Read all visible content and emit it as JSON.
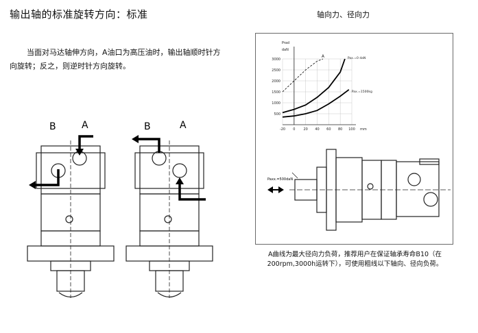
{
  "page": {
    "title": "输出轴的标准旋转方向：标准",
    "right_title": "轴向力、径向力",
    "description": "当面对马达轴伸方向，A油口为高压油时，输出轴顺时针方向旋转；反之，则逆时针方向旋转。",
    "caption": "A曲线为最大径向力负荷，推荐用户在保证轴承寿命B10（在200rpm,3000h运转下），可使用粗线以下轴向、径向负荷。"
  },
  "diagrams": {
    "left_motor": {
      "port_b": "B",
      "port_a": "A"
    },
    "right_motor": {
      "port_b": "B",
      "port_a": "A"
    }
  },
  "chart_data": {
    "type": "line",
    "ylabel_top": "Prad",
    "ylabel_unit": "daN",
    "xlabel": "mm",
    "x_ticks": [
      "-20",
      "0",
      "20",
      "40",
      "60",
      "80",
      "100"
    ],
    "y_ticks": [
      "500",
      "1000",
      "1500",
      "2000",
      "2500",
      "3000"
    ],
    "xlim": [
      -20,
      100
    ],
    "ylim": [
      0,
      3000
    ],
    "series": [
      {
        "name": "A",
        "style": "dashed",
        "x": [
          -20,
          0,
          20,
          40,
          50
        ],
        "y": [
          1500,
          2000,
          2500,
          2900,
          3000
        ]
      },
      {
        "name": "Pax.=0 daN",
        "style": "solid",
        "x": [
          -20,
          0,
          20,
          40,
          60,
          80,
          88
        ],
        "y": [
          550,
          700,
          900,
          1250,
          1700,
          2400,
          3000
        ]
      },
      {
        "name": "Pax.=1500kg",
        "style": "solid",
        "x": [
          -20,
          0,
          20,
          40,
          60,
          80,
          95
        ],
        "y": [
          350,
          400,
          500,
          650,
          950,
          1300,
          1600
        ]
      }
    ],
    "annotation": "Paxx.=500daN"
  }
}
